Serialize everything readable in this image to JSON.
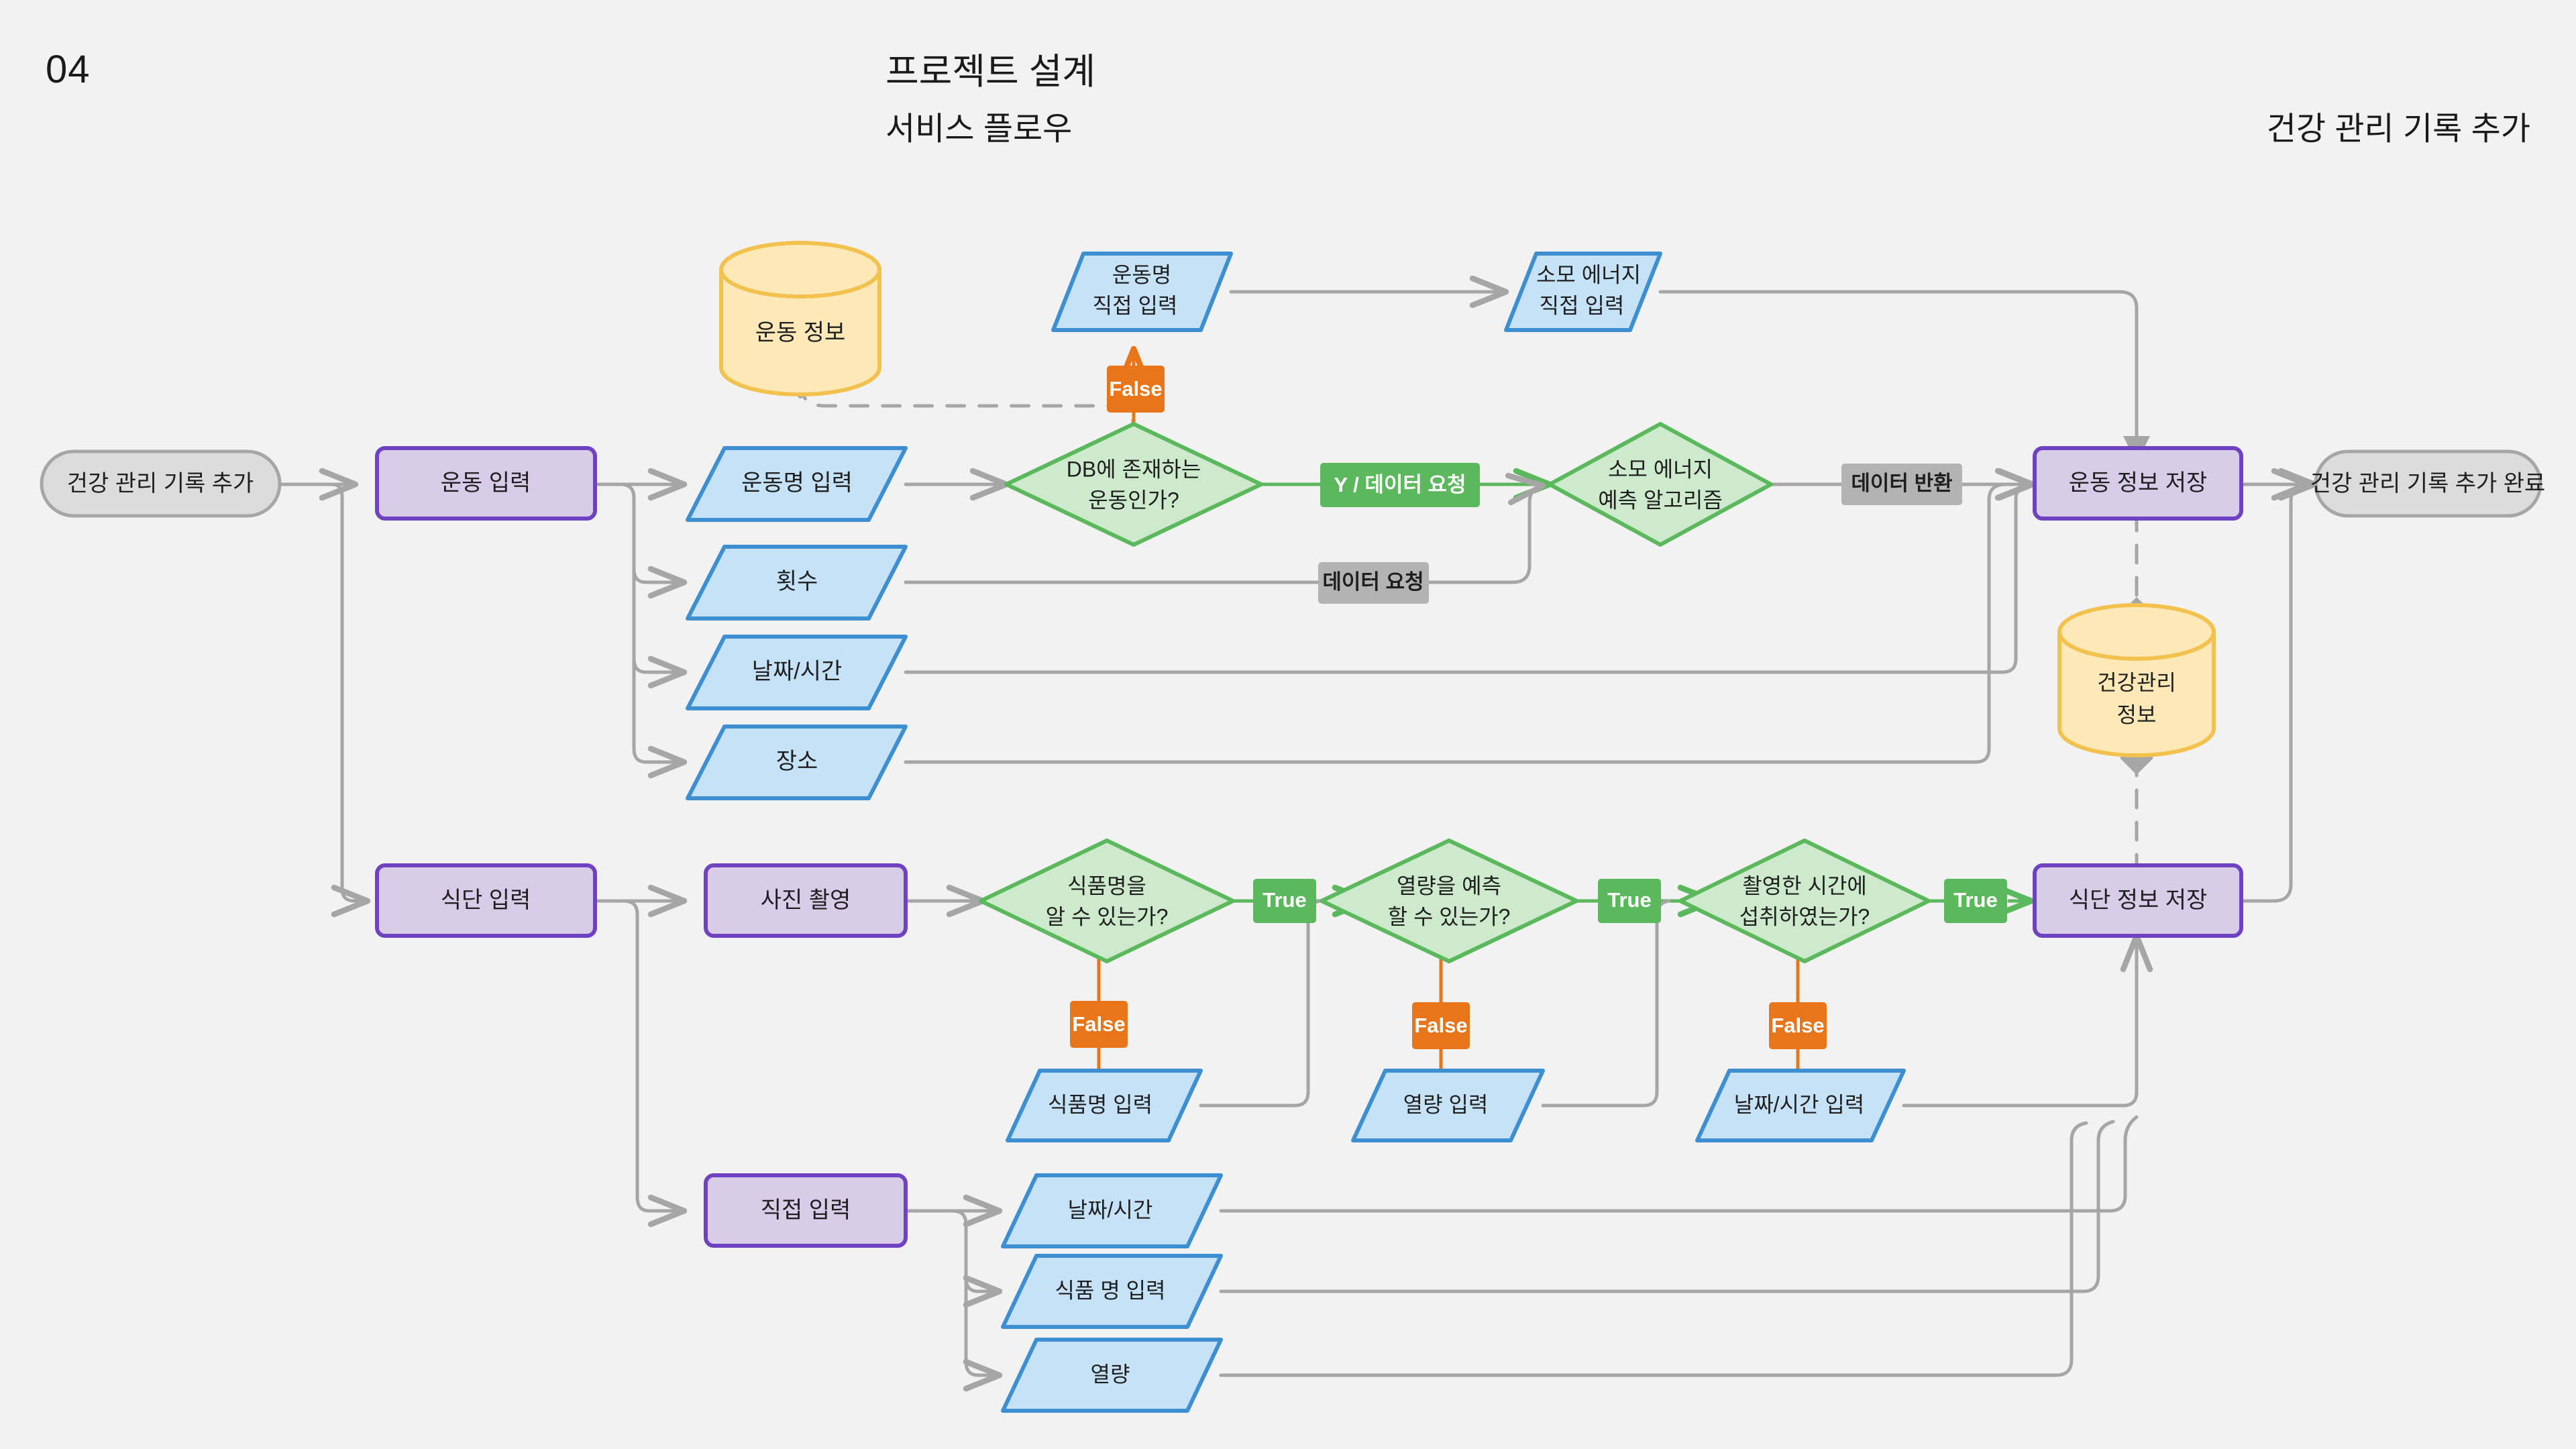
{
  "header": {
    "page_number": "04",
    "title": "프로젝트 설계",
    "subtitle": "서비스 플로우",
    "section": "건강 관리 기록 추가"
  },
  "colors": {
    "background": "#f2f2f2",
    "terminal_fill": "#dcdcdc",
    "terminal_stroke": "#a6a6a6",
    "process_fill": "#d9cce8",
    "process_stroke": "#6f42c1",
    "io_fill": "#c6e2f7",
    "io_stroke": "#3d8fd1",
    "decision_fill": "#cdeacd",
    "decision_stroke": "#5cb85c",
    "db_fill": "#fde9b8",
    "db_stroke": "#f2c14e",
    "label_true": "#5cb85c",
    "label_false": "#e8751a",
    "label_neutral": "#b3b3b3",
    "edge": "#a6a6a6",
    "edge_green": "#5cb85c",
    "edge_orange": "#e8751a"
  },
  "nodes": {
    "start": {
      "label": "건강 관리 기록 추가",
      "shape": "terminal"
    },
    "exercise_input": {
      "label": "운동 입력",
      "shape": "process"
    },
    "exercise_name_input": {
      "label": "운동명 입력",
      "shape": "io"
    },
    "count": {
      "label": "횟수",
      "shape": "io"
    },
    "datetime": {
      "label": "날짜/시간",
      "shape": "io"
    },
    "place": {
      "label": "장소",
      "shape": "io"
    },
    "db_exercise_info": {
      "label": "운동 정보",
      "shape": "database"
    },
    "exercise_name_manual": {
      "label_line1": "운동명",
      "label_line2": "직접 입력",
      "shape": "io"
    },
    "decision_db_exists": {
      "label_line1": "DB에 존재하는",
      "label_line2": "운동인가?",
      "shape": "decision"
    },
    "energy_manual": {
      "label_line1": "소모 에너지",
      "label_line2": "직접 입력",
      "shape": "io"
    },
    "energy_algorithm": {
      "label_line1": "소모 에너지",
      "label_line2": "예측 알고리즘",
      "shape": "decision"
    },
    "exercise_save": {
      "label": "운동 정보 저장",
      "shape": "process"
    },
    "end": {
      "label": "건강 관리 기록 추가 완료",
      "shape": "terminal"
    },
    "db_health_info": {
      "label_line1": "건강관리",
      "label_line2": "정보",
      "shape": "database"
    },
    "diet_input": {
      "label": "식단 입력",
      "shape": "process"
    },
    "photo_capture": {
      "label": "사진 촬영",
      "shape": "process"
    },
    "decision_food_name": {
      "label_line1": "식품명을",
      "label_line2": "알 수 있는가?",
      "shape": "decision"
    },
    "decision_calorie": {
      "label_line1": "열량을 예측",
      "label_line2": "할 수 있는가?",
      "shape": "decision"
    },
    "decision_eaten_time": {
      "label_line1": "촬영한 시간에",
      "label_line2": "섭취하였는가?",
      "shape": "decision"
    },
    "diet_save": {
      "label": "식단 정보 저장",
      "shape": "process"
    },
    "food_name_input": {
      "label": "식품명 입력",
      "shape": "io"
    },
    "calorie_input": {
      "label": "열량 입력",
      "shape": "io"
    },
    "datetime_input": {
      "label": "날짜/시간 입력",
      "shape": "io"
    },
    "manual_input": {
      "label": "직접 입력",
      "shape": "process"
    },
    "manual_datetime": {
      "label": "날짜/시간",
      "shape": "io"
    },
    "manual_food_name": {
      "label": "식품 명 입력",
      "shape": "io"
    },
    "manual_calorie": {
      "label": "열량",
      "shape": "io"
    }
  },
  "edge_labels": {
    "false_1": "False",
    "y_data_request": "Y / 데이터 요청",
    "data_return": "데이터 반환",
    "data_request": "데이터 요청",
    "true_1": "True",
    "true_2": "True",
    "true_3": "True",
    "false_2": "False",
    "false_3": "False",
    "false_4": "False"
  }
}
